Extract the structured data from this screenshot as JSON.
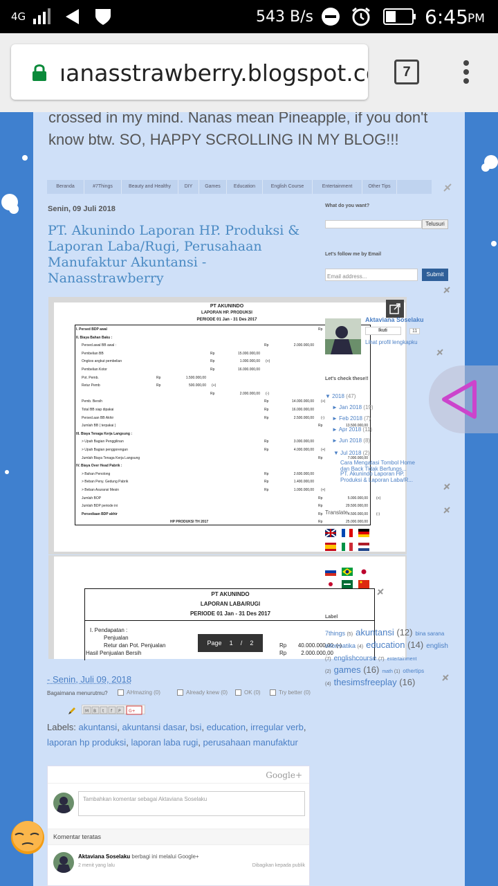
{
  "status": {
    "network": "4G",
    "speed": "543 B/s",
    "time": "6:45",
    "ampm": "PM"
  },
  "browser": {
    "url": "ıanasstrawberry.blogspot.com",
    "tab_count": "7"
  },
  "blog": {
    "intro": "crossed in my mind. Nanas mean Pineapple, if you don't know btw. SO, HAPPY SCROLLING IN MY BLOG!!!",
    "tabs": [
      "Beranda",
      "#7Things",
      "Beauty and Healthy",
      "DIY",
      "Games",
      "Education",
      "English Course",
      "Entertainment",
      "Other Tips"
    ],
    "date": "Senin, 09 Juli 2018",
    "post_title": "PT. Akunindo Laporan HP. Produksi & Laporan Laba/Rugi, Perusahaan Manufaktur Akuntansi - Nanasstrawberry",
    "doc1": {
      "company": "PT AKUNINDO",
      "title": "LAPORAN HP. PRODUKSI",
      "period": "PERIODE 01 Jan - 31 Des 2017",
      "rows": [
        {
          "label": "I. Persed BDP awal",
          "right": "",
          "rp": "Rp"
        },
        {
          "label": "II. Biaya Bahan Baku :",
          "right": "",
          "rp": ""
        },
        {
          "label": "Persed.awal BB awal :",
          "c3": "Rp",
          "v3": "2.000.000,00"
        },
        {
          "label": "Pembelian BB",
          "c2": "Rp",
          "v2": "15.000.000,00"
        },
        {
          "label": "Ongkos angkut pembelian",
          "c2": "Rp",
          "v2": "1.000.000,00",
          "s2": "(+)"
        },
        {
          "label": "Pembelian Kotor",
          "c2": "Rp",
          "v2": "16.000.000,00"
        },
        {
          "label": "Pot. Pemb.",
          "c1": "Rp",
          "v1": "1.500.000,00"
        },
        {
          "label": "Retur Pemb",
          "c1": "Rp",
          "v1": "500.000,00",
          "s1": "(+)"
        },
        {
          "label": "",
          "c2": "Rp",
          "v2": "2.000.000,00",
          "s2": "(-)"
        },
        {
          "label": "Pemb. Bersih",
          "c3": "Rp",
          "v3": "14.000.000,00",
          "s3": "(+)"
        },
        {
          "label": "Total BB siap dipakai",
          "c3": "Rp",
          "v3": "16.000.000,00"
        },
        {
          "label": "Persed.aan BB Akhir",
          "c3": "Rp",
          "v3": "2.500.000,00",
          "s3": "(-)"
        },
        {
          "label": "Jumlah BB ( terpakai )",
          "c4": "Rp",
          "v4": "13.500.000,00"
        },
        {
          "label": "III. Biaya Tenaga Kerja Langsung :"
        },
        {
          "label": "> Upah Bagian Penggilinan",
          "c3": "Rp",
          "v3": "3.000.000,00"
        },
        {
          "label": "> Upah Bagian penggorengan",
          "c3": "Rp",
          "v3": "4.000.000,00",
          "s3": "(+)"
        },
        {
          "label": "Jumlah Biaya Tenaga Kerja Langsung",
          "c4": "Rp",
          "v4": "7.000.000,00"
        },
        {
          "label": "IV. Biaya Over Head Pabrik :"
        },
        {
          "label": "> Bahan Penolong",
          "c3": "Rp",
          "v3": "2.600.000,00"
        },
        {
          "label": "> Beban Peny. Gedung Pabrik",
          "c3": "Rp",
          "v3": "1.400.000,00"
        },
        {
          "label": "> Beban Asuransi Mesin",
          "c3": "Rp",
          "v3": "1.000.000,00",
          "s3": "(+)"
        },
        {
          "label": "Jumlah BOP",
          "c4": "Rp",
          "v4": "5.000.000,00",
          "s4": "(+)"
        },
        {
          "label": "Jumlah BDP periode ini",
          "c4": "Rp",
          "v4": "29.500.000,00"
        },
        {
          "label": "Persediaan BDP akhir",
          "c4": "Rp",
          "v4": "4.500.000,00",
          "s4": "(-)"
        },
        {
          "label": "HP PRODUKSI TH 2017",
          "c4": "Rp",
          "v4": "25.000.000,00"
        }
      ]
    },
    "doc2": {
      "company": "PT AKUNINDO",
      "title": "LAPORAN LABA/RUGI",
      "period": "PERIODE 01 Jan - 31 Des 2017",
      "rows": [
        {
          "label": "I.   Pendapatan :"
        },
        {
          "label": "Penjualan"
        },
        {
          "label": "Retur dan Pot. Penjualan",
          "c": "Rp",
          "v": "40.000.000,00",
          "s": "(-)"
        },
        {
          "label": "Hasil Penjualan Bersih",
          "c": "Rp",
          "v": "2.000.000,00"
        }
      ],
      "pager": {
        "label": "Page",
        "current": "1",
        "sep": "/",
        "total": "2"
      }
    },
    "post_link": "- Senin, Juli 09, 2018",
    "reactions": {
      "question": "Bagaimana menurutmu?",
      "options": [
        "AHmazing (0)",
        "Already knew (0)",
        "OK (0)",
        "Try better (0)"
      ]
    },
    "labels_prefix": "Labels:",
    "labels": [
      "akuntansi",
      "akuntansi dasar",
      "bsi",
      "education",
      "irregular verb",
      "laporan hp produksi",
      "laporan laba rugi",
      "perusahaan manufaktur"
    ],
    "comments": {
      "brand": "Google+",
      "placeholder": "Tambahkan komentar sebagai Aktaviana Soselaku",
      "top_label": "Komentar teratas",
      "author": "Aktaviana Soselaku",
      "action": "berbagi ini melalui Google+",
      "time": "2 menit yang lalu",
      "visibility": "Dibagikan kepada publik"
    }
  },
  "sidebar": {
    "search_title": "What do you want?",
    "search_button": "Telusuri",
    "follow_title": "Let's follow me by Email",
    "email_placeholder": "Email address...",
    "submit": "Submit",
    "profile_name": "Aktaviana Soselaku",
    "follow_btn": "Ikuti",
    "follow_count": "11",
    "profile_link": "Lihat profil lengkapku",
    "archive_title": "Let's check these!!",
    "archive": [
      {
        "label": "2018",
        "count": "(47)",
        "open": true
      },
      {
        "label": "Jan 2018",
        "count": "(19)"
      },
      {
        "label": "Feb 2018",
        "count": "(7)"
      },
      {
        "label": "Apr 2018",
        "count": "(11)"
      },
      {
        "label": "Jun 2018",
        "count": "(8)"
      },
      {
        "label": "Jul 2018",
        "count": "(2)",
        "open": true
      }
    ],
    "archive_posts": [
      "Cara Mengatasi Tombol Home dan Back Tidak Berfungs...",
      "PT. Akunindo Laporan HP. Produksi & Laporan Laba/R..."
    ],
    "translate_label": "Translate",
    "label_title": "Label",
    "label_cloud": [
      {
        "t": "7things",
        "c": "(5)",
        "s": 9
      },
      {
        "t": "akuntansi",
        "c": "(12)",
        "s": 13
      },
      {
        "t": "bina sarana",
        "c": "",
        "s": 8
      },
      {
        "t": "informatika",
        "c": "(4)",
        "s": 9
      },
      {
        "t": "education",
        "c": "(14)",
        "s": 13
      },
      {
        "t": "english",
        "c": "(7)",
        "s": 10
      },
      {
        "t": "englishcourse",
        "c": "(7)",
        "s": 10
      },
      {
        "t": "entertainment",
        "c": "",
        "s": 7
      },
      {
        "t": "",
        "c": "(2)",
        "s": 7
      },
      {
        "t": "games",
        "c": "(16)",
        "s": 13
      },
      {
        "t": "math",
        "c": "(1)",
        "s": 7
      },
      {
        "t": "othertips",
        "c": "(4)",
        "s": 8
      },
      {
        "t": "thesimsfreeplay",
        "c": "(16)",
        "s": 13
      }
    ]
  },
  "colors": {
    "accent": "#4a7fc5",
    "title": "#4a8ac3",
    "submit": "#2f5f99",
    "play": "#cc44cc"
  }
}
